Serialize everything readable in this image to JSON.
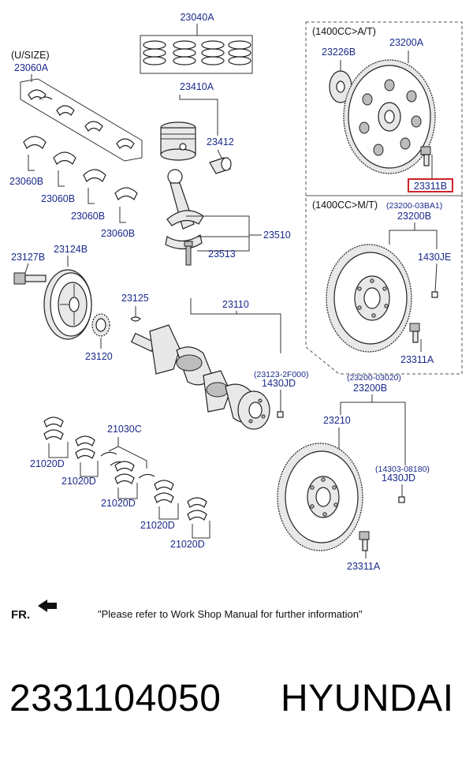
{
  "labels": {
    "p23040A": "23040A",
    "usize": "(U/SIZE)",
    "p23060A": "23060A",
    "p23410A": "23410A",
    "p23412": "23412",
    "p23060B_1": "23060B",
    "p23060B_2": "23060B",
    "p23060B_3": "23060B",
    "p23060B_4": "23060B",
    "p23510": "23510",
    "p23513": "23513",
    "p23127B": "23127B",
    "p23124B": "23124B",
    "p23125": "23125",
    "p23110": "23110",
    "p23120": "23120",
    "p23123_ref": "(23123-2F000)",
    "p1430JD_1": "1430JD",
    "p21030C": "21030C",
    "p21020D_1": "21020D",
    "p21020D_2": "21020D",
    "p21020D_3": "21020D",
    "p21020D_4": "21020D",
    "p21020D_5": "21020D",
    "at_header": "(1400CC>A/T)",
    "p23226B": "23226B",
    "p23200A": "23200A",
    "p23311B": "23311B",
    "mt_header": "(1400CC>M/T)",
    "mt_ref": "(23200-03BA1)",
    "p23200B_1": "23200B",
    "p1430JE": "1430JE",
    "p23311A_1": "23311A",
    "ref_03020": "(23200-03020)",
    "p23200B_2": "23200B",
    "p23210": "23210",
    "ref_08180": "(14303-08180)",
    "p1430JD_2": "1430JD",
    "p23311A_2": "23311A"
  },
  "footer": {
    "fr": "FR.",
    "note": "\"Please refer to Work Shop Manual for further information\""
  },
  "product": {
    "part_number": "2331104050",
    "brand": "HYUNDAI"
  },
  "colors": {
    "label_blue": "#1a2a8a",
    "highlight_red": "#d0202a"
  }
}
